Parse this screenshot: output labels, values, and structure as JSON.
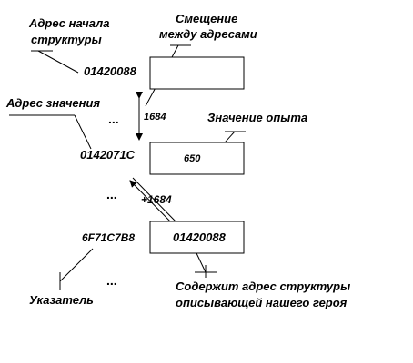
{
  "callouts": {
    "struct_start": [
      "Адрес начала",
      "структуры"
    ],
    "offset": [
      "Смещение",
      "между адресами"
    ],
    "value_addr": "Адрес значения",
    "exp_value": "Значение опыта",
    "contains": [
      "Содержит адрес структуры",
      "описывающей нашего героя"
    ],
    "pointer": "Указатель"
  },
  "addresses": {
    "struct": "01420088",
    "value": "0142071C",
    "pointer": "6F71C7B8"
  },
  "cells": {
    "value": "650",
    "pointer_value": "01420088"
  },
  "offsets": {
    "distance": "1684",
    "plus": "+1684"
  },
  "ellipsis": "..."
}
